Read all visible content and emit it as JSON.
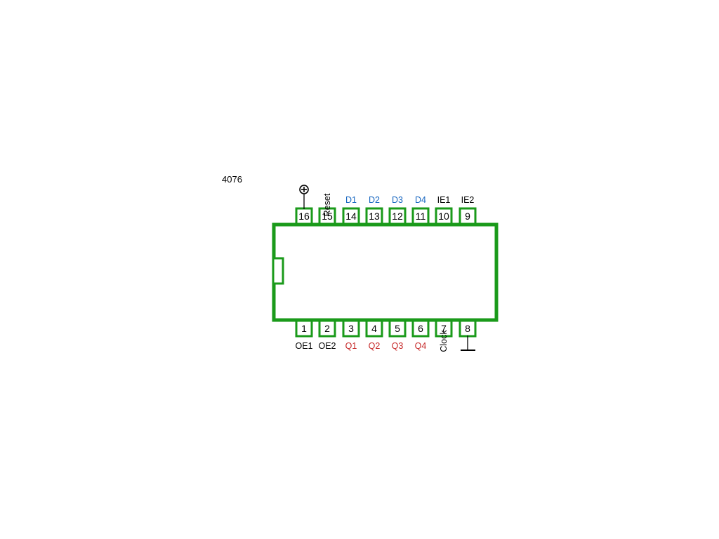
{
  "chip": {
    "part_number": "4076"
  },
  "colors": {
    "outline": "#1a9a1a",
    "input_label": "#1565c0",
    "output_label": "#c62828",
    "control_label": "#000000"
  },
  "top_pins": [
    {
      "number": "16",
      "label": "",
      "kind": "power"
    },
    {
      "number": "15",
      "label": "Reset",
      "kind": "control",
      "rotated": true
    },
    {
      "number": "14",
      "label": "D1",
      "kind": "input"
    },
    {
      "number": "13",
      "label": "D2",
      "kind": "input"
    },
    {
      "number": "12",
      "label": "D3",
      "kind": "input"
    },
    {
      "number": "11",
      "label": "D4",
      "kind": "input"
    },
    {
      "number": "10",
      "label": "IE1",
      "kind": "control"
    },
    {
      "number": "9",
      "label": "IE2",
      "kind": "control"
    }
  ],
  "bottom_pins": [
    {
      "number": "1",
      "label": "OE1",
      "kind": "control"
    },
    {
      "number": "2",
      "label": "OE2",
      "kind": "control"
    },
    {
      "number": "3",
      "label": "Q1",
      "kind": "output"
    },
    {
      "number": "4",
      "label": "Q2",
      "kind": "output"
    },
    {
      "number": "5",
      "label": "Q3",
      "kind": "output"
    },
    {
      "number": "6",
      "label": "Q4",
      "kind": "output"
    },
    {
      "number": "7",
      "label": "Clock",
      "kind": "control",
      "rotated": true
    },
    {
      "number": "8",
      "label": "",
      "kind": "ground"
    }
  ],
  "power_symbol": "plus-circle-icon",
  "ground_symbol": "ground-icon"
}
